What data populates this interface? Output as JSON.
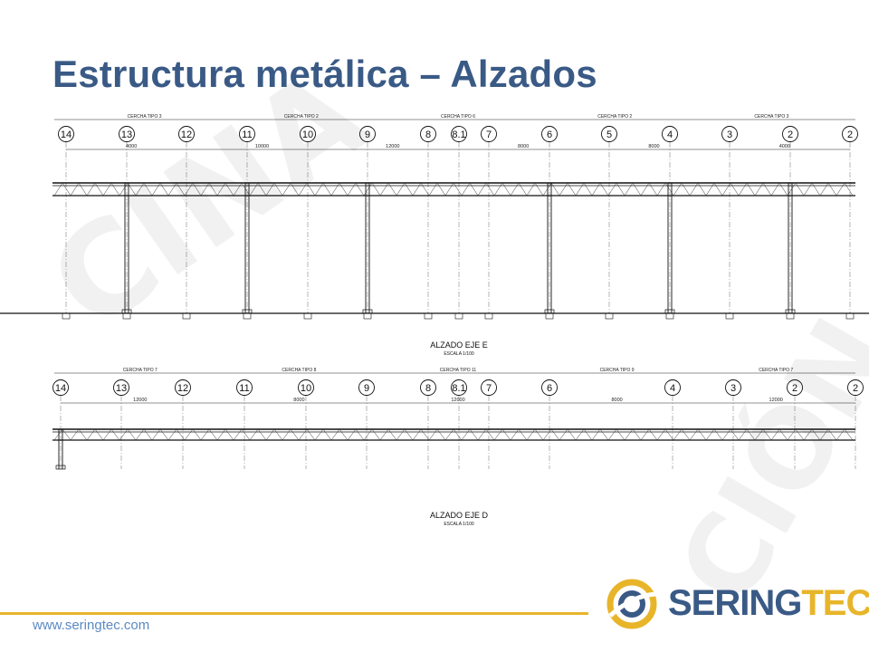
{
  "slide": {
    "title": "Estructura metálica – Alzados",
    "url": "www.seringtec.com"
  },
  "logo": {
    "brand_part1": "SERING",
    "brand_part2": "TEC",
    "accent": "#e8b52a",
    "primary": "#3a5a86"
  },
  "drawing": {
    "upper": {
      "caption": "ALZADO EJE E",
      "scale": "ESCALA 1/100",
      "axes": [
        "14",
        "13",
        "12",
        "11",
        "10",
        "9",
        "8",
        "8.1",
        "7",
        "6",
        "5",
        "4",
        "3",
        "2",
        "2"
      ],
      "trusses": [
        "CERCHA TIPO 3",
        "CERCHA TIPO 2",
        "CERCHA TIPO 6",
        "CERCHA TIPO 2",
        "CERCHA TIPO 3"
      ],
      "spans": [
        "4000",
        "10000",
        "12000",
        "8000",
        "8000",
        "4000"
      ]
    },
    "lower": {
      "caption": "ALZADO EJE D",
      "scale": "ESCALA 1/100",
      "axes": [
        "14",
        "13",
        "12",
        "11",
        "10",
        "9",
        "8",
        "8.1",
        "7",
        "6",
        "4",
        "3",
        "2",
        "2"
      ],
      "trusses": [
        "CERCHA TIPO 7",
        "CERCHA TIPO 8",
        "CERCHA TIPO 11",
        "CERCHA TIPO 9",
        "CERCHA TIPO 7"
      ],
      "spans": [
        "12000",
        "8000",
        "12000",
        "8000",
        "12000"
      ]
    }
  }
}
